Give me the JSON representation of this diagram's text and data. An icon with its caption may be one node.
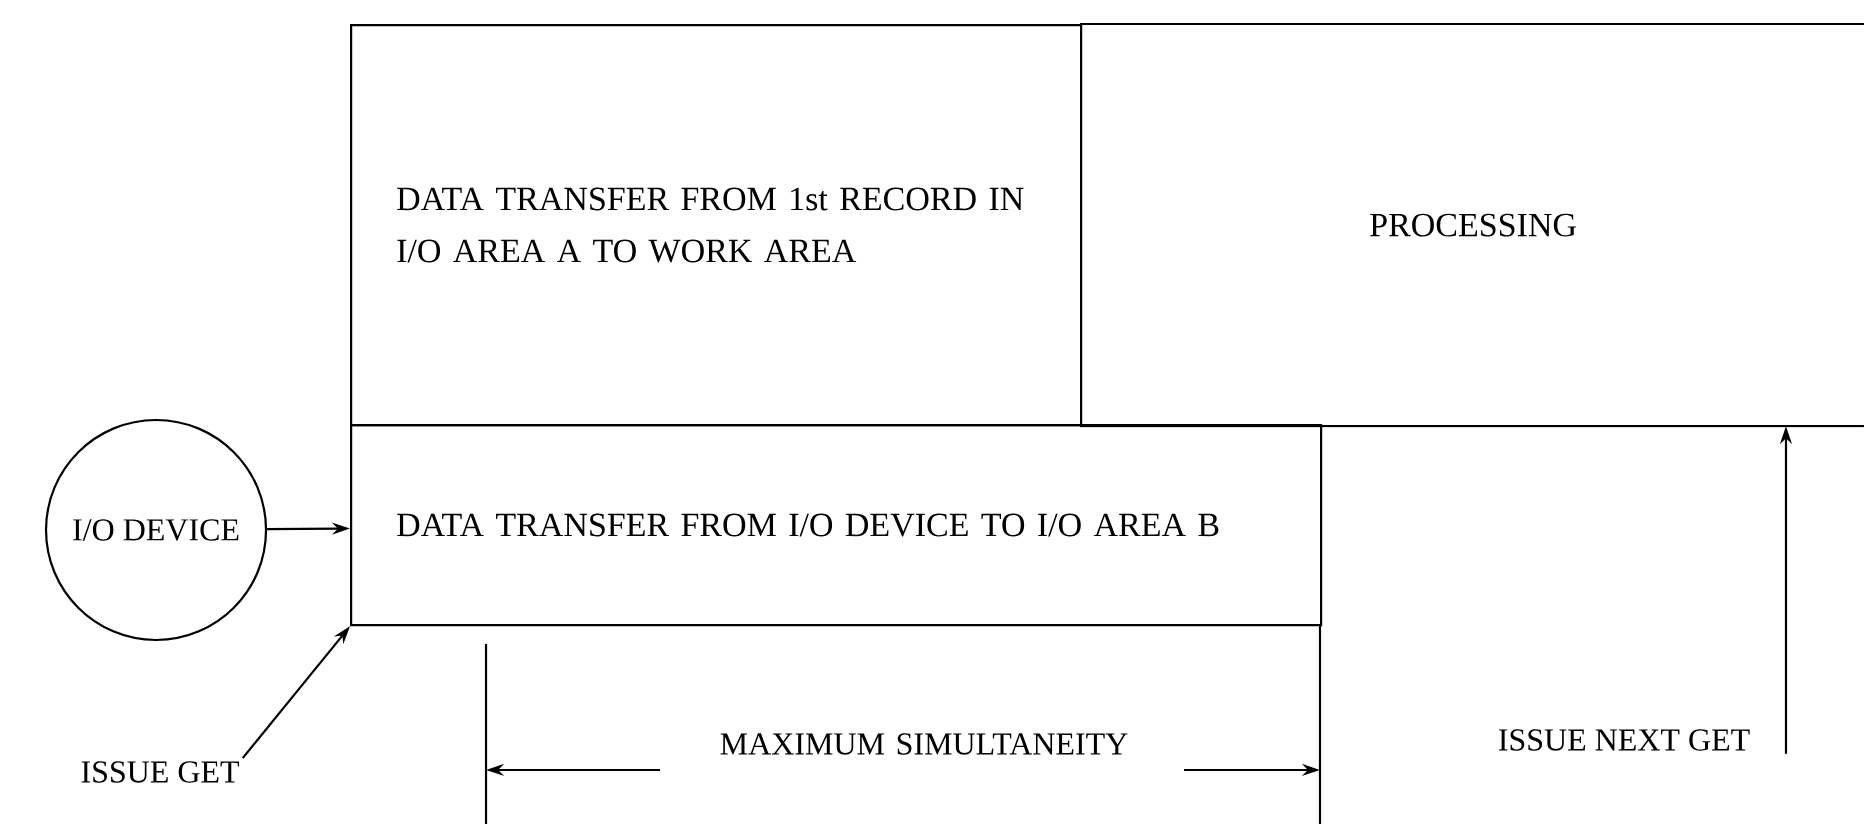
{
  "diagram": {
    "nodes": [
      {
        "text": [
          "DATA TRANSFER FROM 1st RECORD IN I/O AREA A TO WORK AREA"
        ]
      },
      {
        "text": [
          "PROCESSING"
        ]
      },
      {
        "text": [
          "I/O DEVICE"
        ]
      },
      {
        "text": [
          "DATA TRANSFER FROM I/O DEVICE TO I/O AREA B"
        ]
      },
      {
        "text": [
          "ISSUE GET"
        ]
      },
      {
        "text": [
          "ISSUE NEXT GET"
        ]
      }
    ],
    "edges": [
      {
        "from": 2,
        "to": 3,
        "arrow": "to"
      },
      {
        "from": 4,
        "to": 3,
        "arrow": "to"
      },
      {
        "from": 5,
        "to": 1,
        "arrow": "to"
      }
    ],
    "labels": [
      "MAXIMUM SIMULTANEITY"
    ]
  }
}
